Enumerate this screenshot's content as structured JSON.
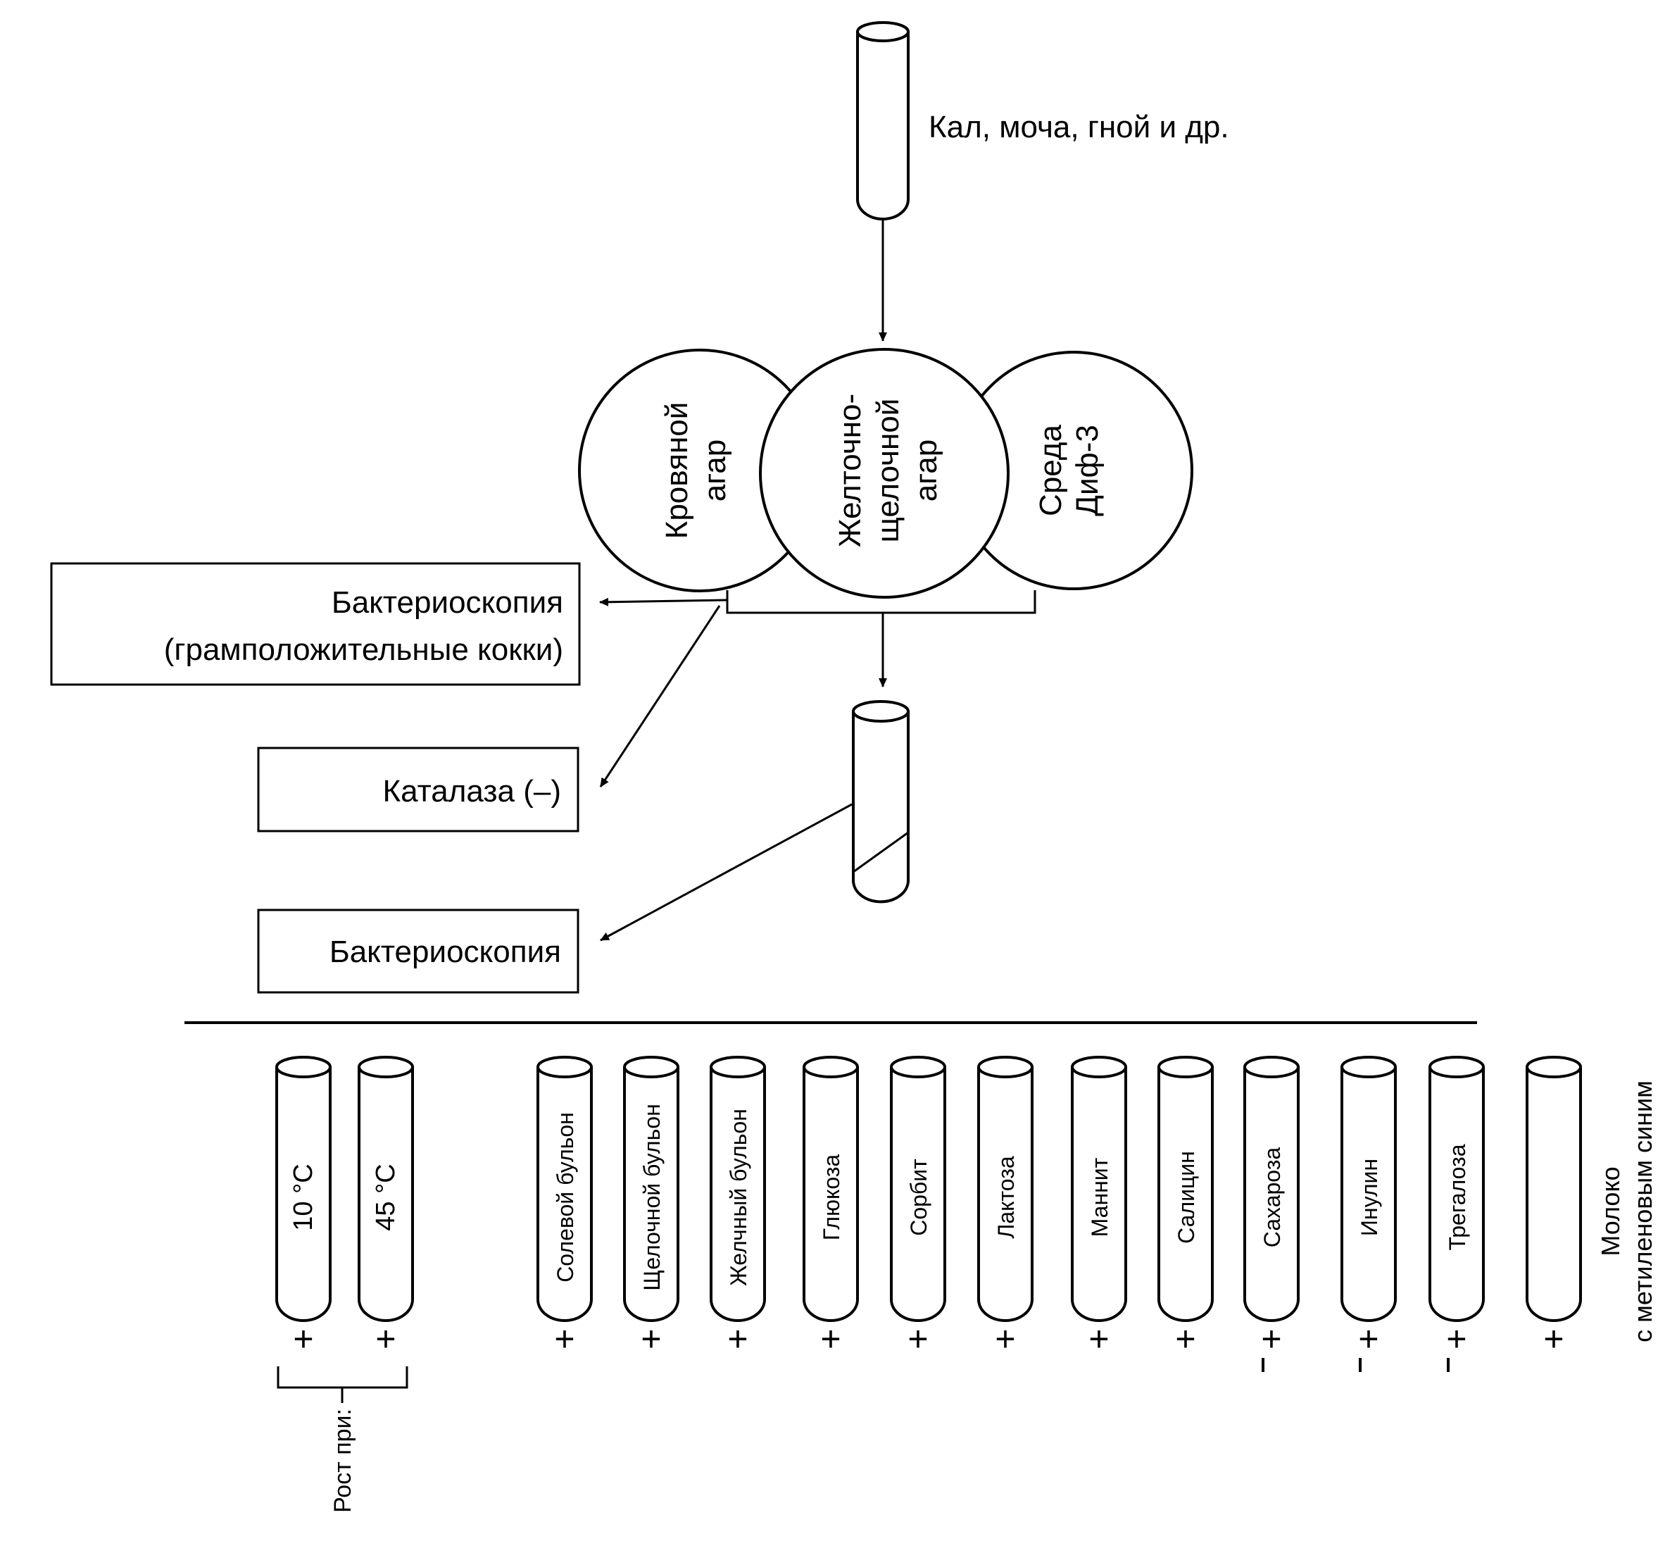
{
  "sample": {
    "label": "Кал,  моча,  гной   и др."
  },
  "plates": [
    {
      "lines": [
        "Кровяной",
        "агар"
      ]
    },
    {
      "lines": [
        "Желточно-",
        "щелочной",
        "агар"
      ]
    },
    {
      "lines": [
        "Среда",
        "Диф-3"
      ]
    }
  ],
  "boxes": {
    "bacterioscopy_cocci": {
      "line1": "Бактериоскопия",
      "line2": "(грамположительные кокки)"
    },
    "catalase": {
      "text": "Каталаза (–)"
    },
    "bacterioscopy": {
      "text": "Бактериоскопия"
    }
  },
  "tests": [
    {
      "label": "10 °C",
      "result": "+"
    },
    {
      "label": "45 °C",
      "result": "+"
    },
    {
      "label": "Солевой бульон",
      "result": "+"
    },
    {
      "label": "Щелочной бульон",
      "result": "+"
    },
    {
      "label": "Желчный бульон",
      "result": "+"
    },
    {
      "label": "Глюкоза",
      "result": "+"
    },
    {
      "label": "Сорбит",
      "result": "+"
    },
    {
      "label": "Лактоза",
      "result": "+"
    },
    {
      "label": "Маннит",
      "result": "+"
    },
    {
      "label": "Салицин",
      "result": "+"
    },
    {
      "label": "Сахароза",
      "result": "+/–"
    },
    {
      "label": "Инулин",
      "result": "+/–"
    },
    {
      "label": "Трегалоза",
      "result": "+/–"
    },
    {
      "label": "",
      "result": "+"
    }
  ],
  "milk_label": {
    "line1": "Молоко",
    "line2": "с метиленовым синим"
  },
  "growth_bracket": {
    "label": "Рост при:"
  }
}
